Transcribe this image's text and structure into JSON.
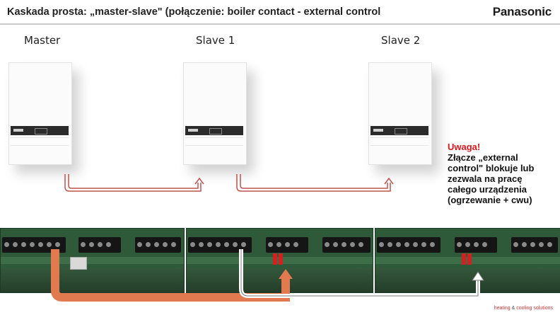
{
  "header": {
    "title": "Kaskada prosta: „master-slave\"  (połączenie: boiler contact - external control",
    "brand": "Panasonic"
  },
  "units": [
    {
      "label": "Master"
    },
    {
      "label": "Slave 1"
    },
    {
      "label": "Slave 2"
    }
  ],
  "note": {
    "heading": "Uwaga!",
    "text": "Złącze „external control\" blokuje lub zezwala na pracę całego urządzenia (ogrzewanie + cwu)"
  },
  "footer": {
    "tagline_red": "heating",
    "tagline_amp": " & ",
    "tagline_red2": "cooling solutions"
  },
  "colors": {
    "accent_red": "#e0151b",
    "arrow_fill": "#e27a50",
    "wire": "#c0504d",
    "pcb": "#2f5a39"
  },
  "icons": [
    "boiler-unit-icon",
    "connection-arrow-icon",
    "terminal-board-photo"
  ]
}
